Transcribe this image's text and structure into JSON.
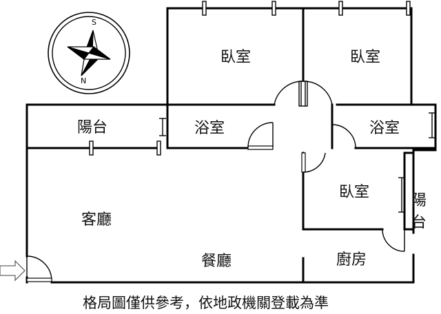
{
  "rooms": {
    "bedroom_top_left": "臥室",
    "bedroom_top_right": "臥室",
    "bedroom_middle": "臥室",
    "balcony_left": "陽台",
    "bath_left": "浴室",
    "bath_right": "浴室",
    "balcony_right_line1": "陽",
    "balcony_right_line2": "台",
    "living_room": "客廳",
    "dining_room": "餐廳",
    "kitchen": "廚房"
  },
  "compass": {
    "north_letter": "N",
    "south_letter": "S"
  },
  "caption": "格局圖僅供參考，依地政機關登載為準"
}
